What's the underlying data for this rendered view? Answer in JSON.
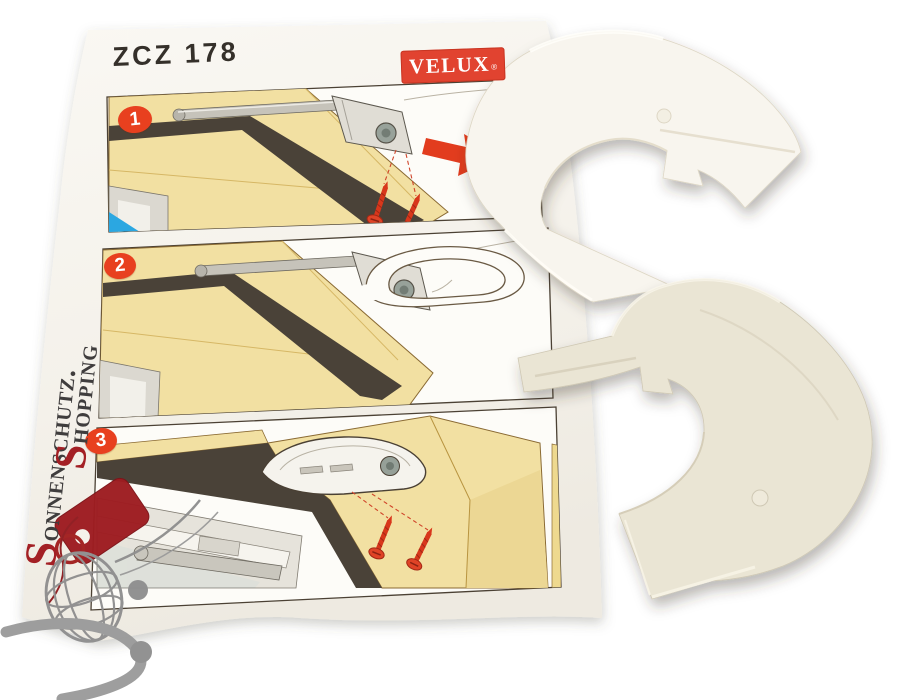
{
  "document": {
    "model_code": "ZCZ 178",
    "brand_logo": {
      "text": "VELUX",
      "registered_mark": "®",
      "bg_color": "#e14330",
      "text_color": "#ffffff"
    },
    "steps": [
      {
        "number": "1"
      },
      {
        "number": "2"
      },
      {
        "number": "3"
      }
    ]
  },
  "watermark": {
    "line1": "Sonnenschutz.",
    "line2": "Shopping",
    "icons": [
      "price-tag-icon",
      "shopping-cart-globe-icon"
    ],
    "red": "#a32025",
    "gray": "#8f8f8f"
  },
  "objects": {
    "parts": [
      {
        "name": "handle-cover-white",
        "color": "#f8f5ee"
      },
      {
        "name": "handle-cover-cream",
        "color": "#eae5d4"
      }
    ]
  },
  "palette": {
    "paper": "#f4f1ea",
    "panel_background": "#fdfcf8",
    "panel_border": "#4b4134",
    "wood_yellow": "#f2e0a2",
    "gasket_dark": "#4a4238",
    "glass_blue": "#2ba7e1",
    "accent_red": "#e23c1e",
    "step_badge_red": "#e8401f"
  }
}
